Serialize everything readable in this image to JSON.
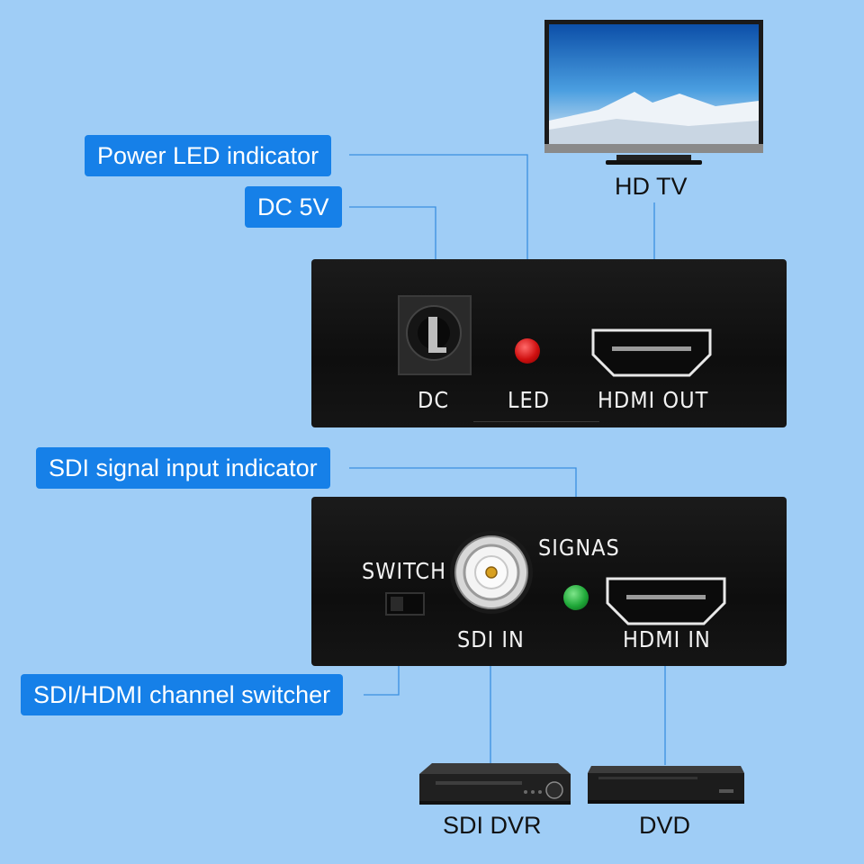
{
  "callouts": {
    "power_led": "Power LED indicator",
    "dc5v": "DC 5V",
    "sdi_signal": "SDI signal input indicator",
    "switcher": "SDI/HDMI channel switcher"
  },
  "output_unit": {
    "dc_label": "DC",
    "led_label": "LED",
    "hdmi_out_label": "HDMI OUT"
  },
  "input_unit": {
    "switch_label": "SWITCH",
    "signal_label": "SIGNAS",
    "sdi_in_label": "SDI IN",
    "hdmi_in_label": "HDMI IN"
  },
  "devices": {
    "tv": "HD TV",
    "dvr": "SDI DVR",
    "dvd": "DVD"
  },
  "colors": {
    "background": "#9fcdf6",
    "callout": "#1680e8",
    "led_power": "#d01010",
    "led_signal": "#1fa838"
  }
}
